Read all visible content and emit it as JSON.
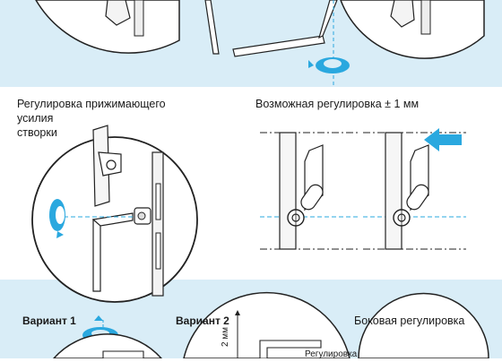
{
  "captions": {
    "adjust_pressure_line1": "Регулировка прижимающего",
    "adjust_pressure_line2": "усилия",
    "adjust_pressure_line3": "створки",
    "possible_adjustment": "Возможная регулировка ± 1 мм",
    "variant1": "Вариант 1",
    "variant2": "Вариант 2",
    "side_adjustment": "Боковая регулировка",
    "dim_2mm": "2 мм",
    "partial_label": "Регулировка"
  },
  "colors": {
    "band": "#d9edf7",
    "accent_blue": "#2aa8df",
    "line": "#222222"
  }
}
